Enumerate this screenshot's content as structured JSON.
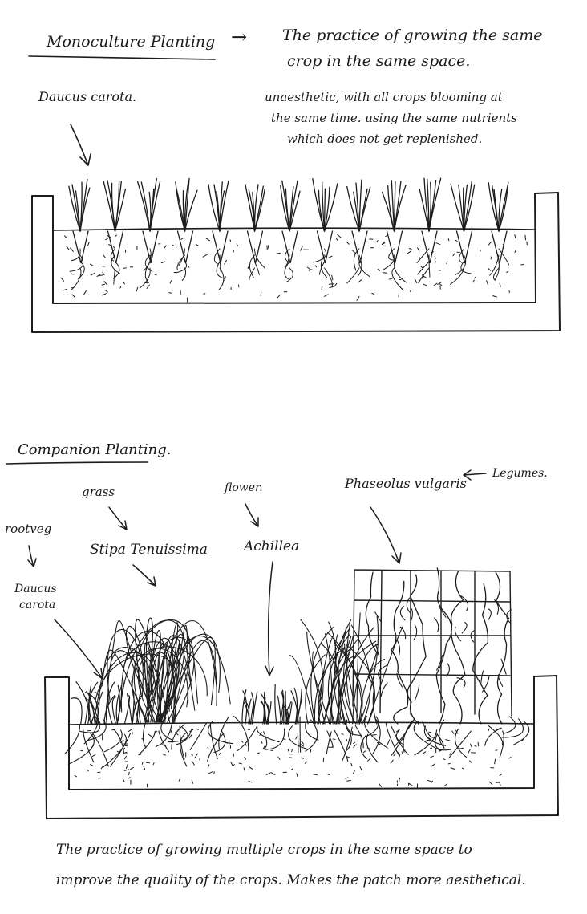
{
  "monoculture": {
    "heading": "Monoculture Planting",
    "arrow": "→",
    "definition_line1": "The practice of growing the same",
    "definition_line2": "crop in the same space.",
    "note_line1": "unaesthetic, with all crops blooming at",
    "note_line2": "the same time. using the same nutrients",
    "note_line3": "which does not get replenished.",
    "plant_label": "Daucus carota."
  },
  "companion": {
    "heading": "Companion Planting.",
    "label_rootveg": "rootveg",
    "label_daucus_line1": "Daucus",
    "label_daucus_line2": "carota",
    "label_grass": "grass",
    "label_stipa": "Stipa Tenuissima",
    "label_flower": "flower.",
    "label_achillea": "Achillea",
    "label_phaseolus": "Phaseolus vulgaris",
    "label_legumes": "Legumes.",
    "footer_line1": "The practice of growing multiple crops in the same space to",
    "footer_line2": "improve the quality of the crops. Makes the patch more aesthetical."
  },
  "colors": {
    "ink": "#1c1c1c",
    "paper": "#ffffff"
  }
}
